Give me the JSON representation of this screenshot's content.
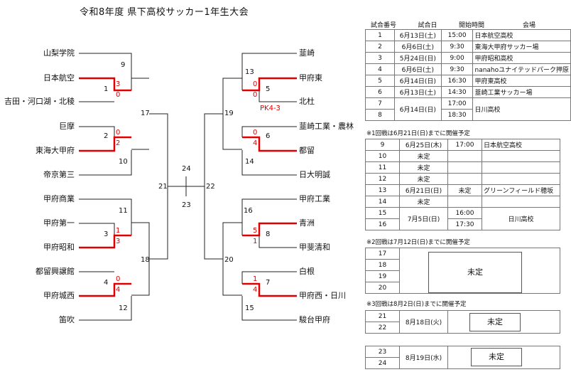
{
  "title": "令和8年度 県下高校サッカー1年生大会",
  "left_teams": [
    "山梨学院",
    "日本航空",
    "吉田・河口湖・北稜",
    "巨摩",
    "東海大甲府",
    "帝京第三",
    "甲府商業",
    "甲府第一",
    "甲府昭和",
    "都留興譲館",
    "甲府城西",
    "笛吹"
  ],
  "right_teams": [
    "韮崎",
    "甲府東",
    "北杜",
    "韮崎工業・農林",
    "都留",
    "日大明誠",
    "甲府工業",
    "青洲",
    "甲斐清和",
    "白根",
    "甲府西・日川",
    "駿台甲府"
  ],
  "match_numbers": [
    "1",
    "2",
    "3",
    "4",
    "5",
    "6",
    "7",
    "8",
    "9",
    "10",
    "11",
    "12",
    "13",
    "14",
    "15",
    "16",
    "17",
    "18",
    "19",
    "20",
    "21",
    "22",
    "23",
    "24"
  ],
  "scores": {
    "m1": [
      "3",
      "0"
    ],
    "m2": [
      "0",
      "2"
    ],
    "m3": [
      "1",
      "3"
    ],
    "m4": [
      "0",
      "4"
    ],
    "m5": [
      "0",
      "0"
    ],
    "m6": [
      "0",
      "4"
    ],
    "m7": [
      "1",
      "4"
    ],
    "m8": [
      "5",
      "1"
    ]
  },
  "pk_note": "PK4-3",
  "schedule_header": [
    "試合番号",
    "試合日",
    "開始時間",
    "会場"
  ],
  "schedule_1": [
    [
      "1",
      "6月13日(土)",
      "15:00",
      "日本航空高校"
    ],
    [
      "2",
      "6月6日(土)",
      "9:30",
      "東海大甲府サッカー場"
    ],
    [
      "3",
      "5月24日(日)",
      "9:00",
      "甲府昭和高校"
    ],
    [
      "4",
      "6月6日(土)",
      "9:30",
      "nanahoユナイテッドパーク押原"
    ],
    [
      "5",
      "6月14日(日)",
      "16:30",
      "甲府東高校"
    ],
    [
      "6",
      "6月13日(土)",
      "14:30",
      "韮崎工業サッカー場"
    ]
  ],
  "schedule_1b": {
    "nums": [
      "7",
      "8"
    ],
    "date": "6月14日(日)",
    "times": [
      "17:00",
      "18:30"
    ],
    "venue": "日川高校"
  },
  "note_1": "※1回戦は6月21日(日)までに開催予定",
  "schedule_2": [
    [
      "9",
      "6月25日(木)",
      "17:00",
      "日本航空高校"
    ],
    [
      "10",
      "未定",
      "",
      ""
    ],
    [
      "11",
      "未定",
      "",
      ""
    ],
    [
      "12",
      "未定",
      "",
      ""
    ],
    [
      "13",
      "6月21日(日)",
      "未定",
      "グリーンフィールド穂坂"
    ],
    [
      "14",
      "未定",
      "",
      ""
    ]
  ],
  "schedule_2b": {
    "nums": [
      "15",
      "16"
    ],
    "date": "7月5日(日)",
    "times": [
      "16:00",
      "17:30"
    ],
    "venue": "日川高校"
  },
  "note_2": "※2回戦は7月12日(日)までに開催予定",
  "schedule_3": {
    "nums": [
      "17",
      "18",
      "19",
      "20"
    ],
    "tbd": "未定"
  },
  "note_3": "※3回戦は8月2日(日)までに開催予定",
  "schedule_4": {
    "nums": [
      "21",
      "22"
    ],
    "date": "8月18日(火)",
    "tbd": "未定"
  },
  "schedule_5": {
    "nums": [
      "23",
      "24"
    ],
    "date": "8月19日(水)",
    "tbd": "未定"
  },
  "colors": {
    "winner_line": "#e00000",
    "line": "#222222"
  }
}
